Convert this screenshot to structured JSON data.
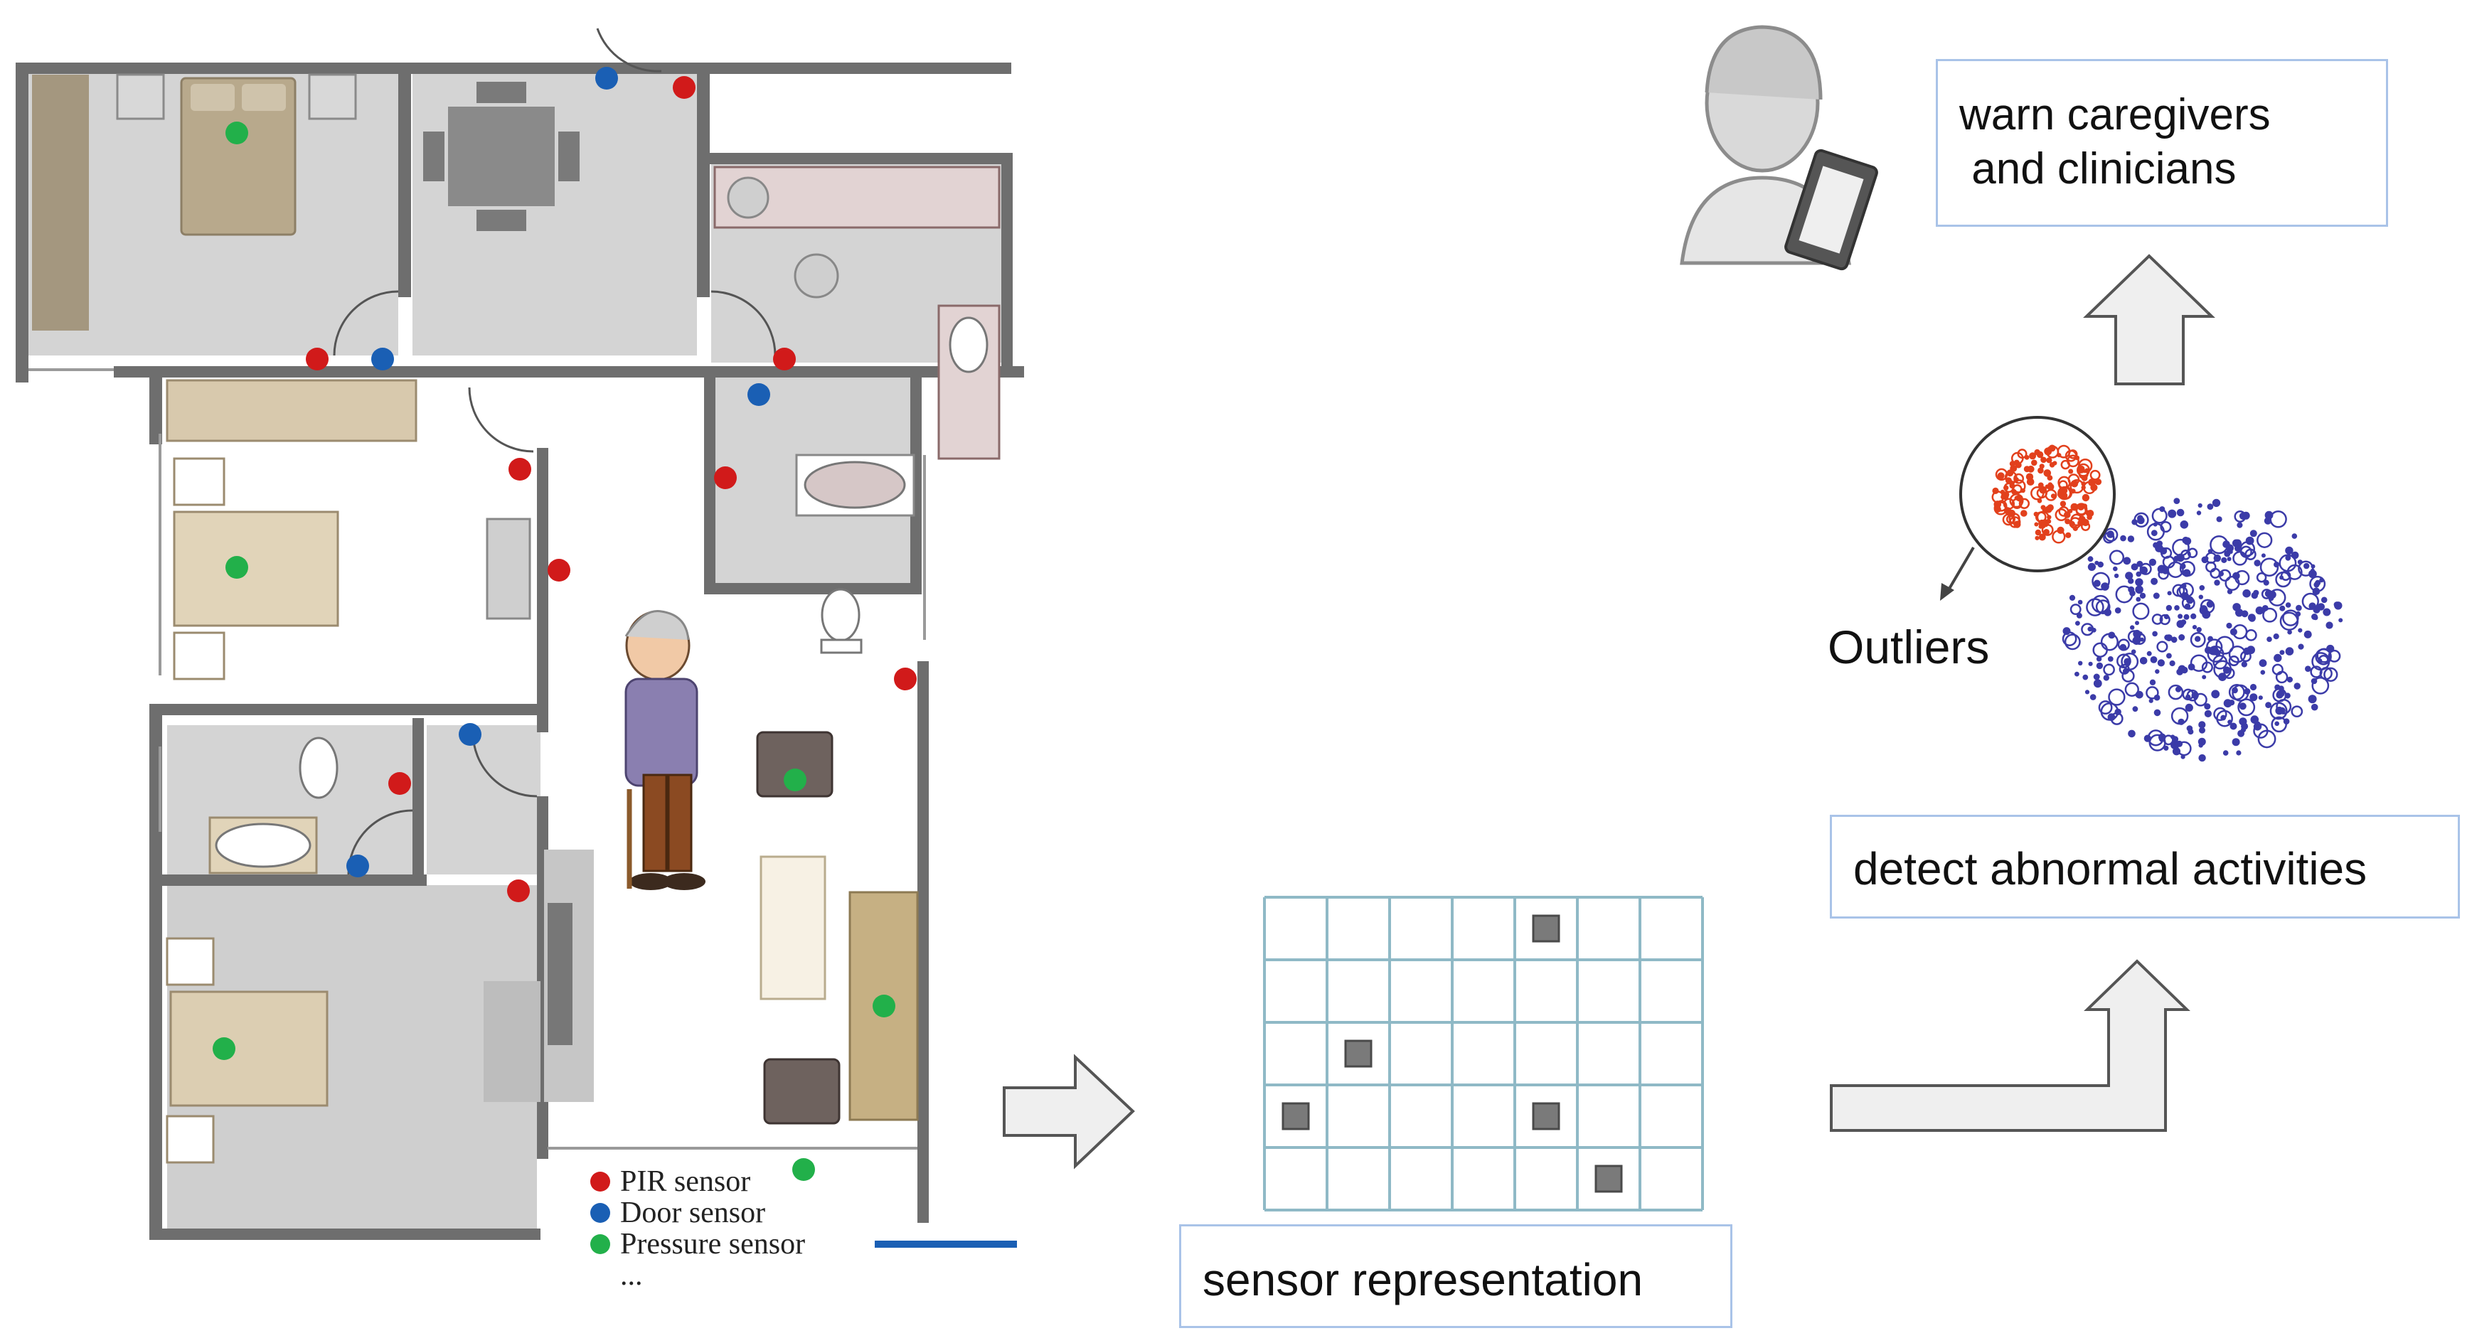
{
  "labels": {
    "warn": "warn caregivers\n and clinicians",
    "detect": "detect abnormal activities",
    "sensor_rep": "sensor representation",
    "outliers": "Outliers"
  },
  "legend": [
    {
      "label": "PIR sensor",
      "color": "#d11a1a"
    },
    {
      "label": "Door sensor",
      "color": "#1a5fb4"
    },
    {
      "label": "Pressure sensor",
      "color": "#22b04a"
    },
    {
      "label": "...",
      "color": ""
    }
  ],
  "colors": {
    "pir": "#d11a1a",
    "door": "#1a5fb4",
    "pressure": "#22b04a",
    "wall": "#6e6e6e",
    "floor_gray": "#d6d6d6",
    "grid_line": "#8fb9c6",
    "grid_cell_active": "#7a7a7a",
    "cluster_normal": "#3b3ba8",
    "cluster_outlier": "#e2401c",
    "box_border": "#a9c3e8",
    "arrow_fill": "#efefef",
    "arrow_stroke": "#555555"
  },
  "icons": {
    "elderly_person": "elderly-person-icon",
    "doctor": "doctor-figure-icon"
  },
  "sensor_grid": {
    "rows": 5,
    "cols": 7,
    "active_cells": [
      [
        0,
        4
      ],
      [
        2,
        1
      ],
      [
        3,
        0
      ],
      [
        3,
        4
      ],
      [
        4,
        5
      ]
    ]
  }
}
